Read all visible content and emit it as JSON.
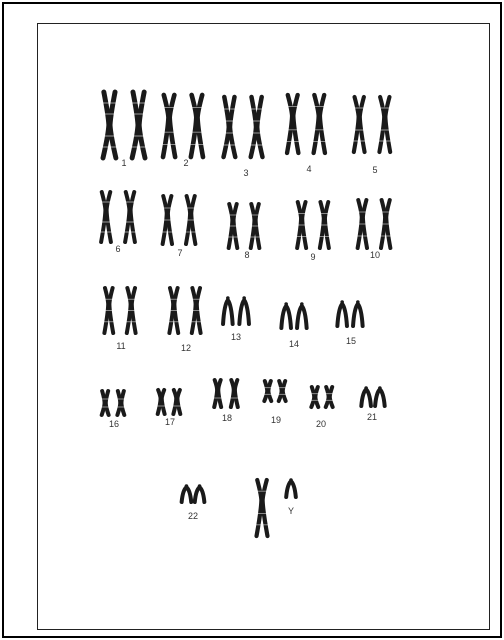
{
  "figure": {
    "kind": "karyotype",
    "ink_color": "#1a1a1a",
    "label_color": "#333333",
    "chromosomes": [
      {
        "label": "1",
        "type": "metacentric",
        "size": "large",
        "pair": true
      },
      {
        "label": "2",
        "type": "submetacentric",
        "size": "large",
        "pair": true
      },
      {
        "label": "3",
        "type": "metacentric",
        "size": "large",
        "pair": true
      },
      {
        "label": "4",
        "type": "submetacentric",
        "size": "large",
        "pair": true
      },
      {
        "label": "5",
        "type": "submetacentric",
        "size": "large",
        "pair": true
      },
      {
        "label": "6",
        "type": "submetacentric",
        "size": "medium",
        "pair": true
      },
      {
        "label": "7",
        "type": "submetacentric",
        "size": "medium",
        "pair": true
      },
      {
        "label": "8",
        "type": "submetacentric",
        "size": "medium",
        "pair": true
      },
      {
        "label": "9",
        "type": "submetacentric",
        "size": "medium",
        "pair": true
      },
      {
        "label": "10",
        "type": "submetacentric",
        "size": "medium",
        "pair": true
      },
      {
        "label": "11",
        "type": "submetacentric",
        "size": "medium",
        "pair": true
      },
      {
        "label": "12",
        "type": "submetacentric",
        "size": "medium",
        "pair": true
      },
      {
        "label": "13",
        "type": "acrocentric",
        "size": "medium",
        "pair": true
      },
      {
        "label": "14",
        "type": "acrocentric",
        "size": "medium",
        "pair": true
      },
      {
        "label": "15",
        "type": "acrocentric",
        "size": "medium",
        "pair": true
      },
      {
        "label": "16",
        "type": "metacentric",
        "size": "small",
        "pair": true
      },
      {
        "label": "17",
        "type": "submetacentric",
        "size": "small",
        "pair": true
      },
      {
        "label": "18",
        "type": "submetacentric",
        "size": "small",
        "pair": true
      },
      {
        "label": "19",
        "type": "metacentric",
        "size": "small",
        "pair": true
      },
      {
        "label": "20",
        "type": "metacentric",
        "size": "small",
        "pair": true
      },
      {
        "label": "21",
        "type": "acrocentric",
        "size": "small",
        "pair": true
      },
      {
        "label": "22",
        "type": "acrocentric",
        "size": "small",
        "pair": true
      },
      {
        "label": "Y",
        "type": "acrocentric",
        "size": "small",
        "pair": false
      }
    ],
    "sex_x": {
      "label": "",
      "type": "submetacentric",
      "size": "medium"
    }
  }
}
